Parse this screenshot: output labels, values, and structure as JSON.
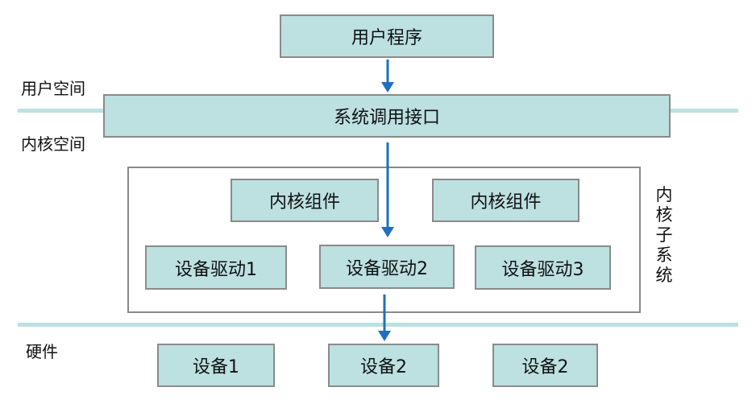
{
  "colors": {
    "box_fill": "#bde0e1",
    "box_border": "#8a8a8a",
    "arrow": "#1f6fbf",
    "divider": "#bde0e1"
  },
  "boxes": {
    "user_program": "用户程序",
    "syscall_interface": "系统调用接口",
    "kernel_component_1": "内核组件",
    "kernel_component_2": "内核组件",
    "driver_1": "设备驱动1",
    "driver_2": "设备驱动2",
    "driver_3": "设备驱动3",
    "device_1": "设备1",
    "device_2": "设备2",
    "device_3": "设备2"
  },
  "layers": {
    "user_space": "用户空间",
    "kernel_space": "内核空间",
    "hardware": "硬件"
  },
  "kernel_subsystem_label": [
    "内",
    "核",
    "子",
    "系",
    "统"
  ]
}
